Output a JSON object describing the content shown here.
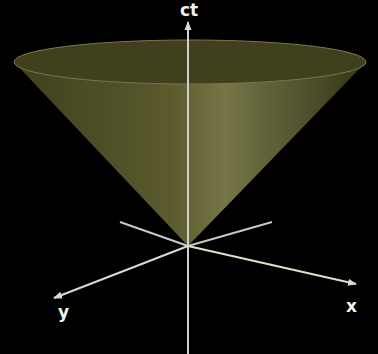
{
  "diagram": {
    "labels": [
      "ct",
      "x",
      "y"
    ]
  }
}
